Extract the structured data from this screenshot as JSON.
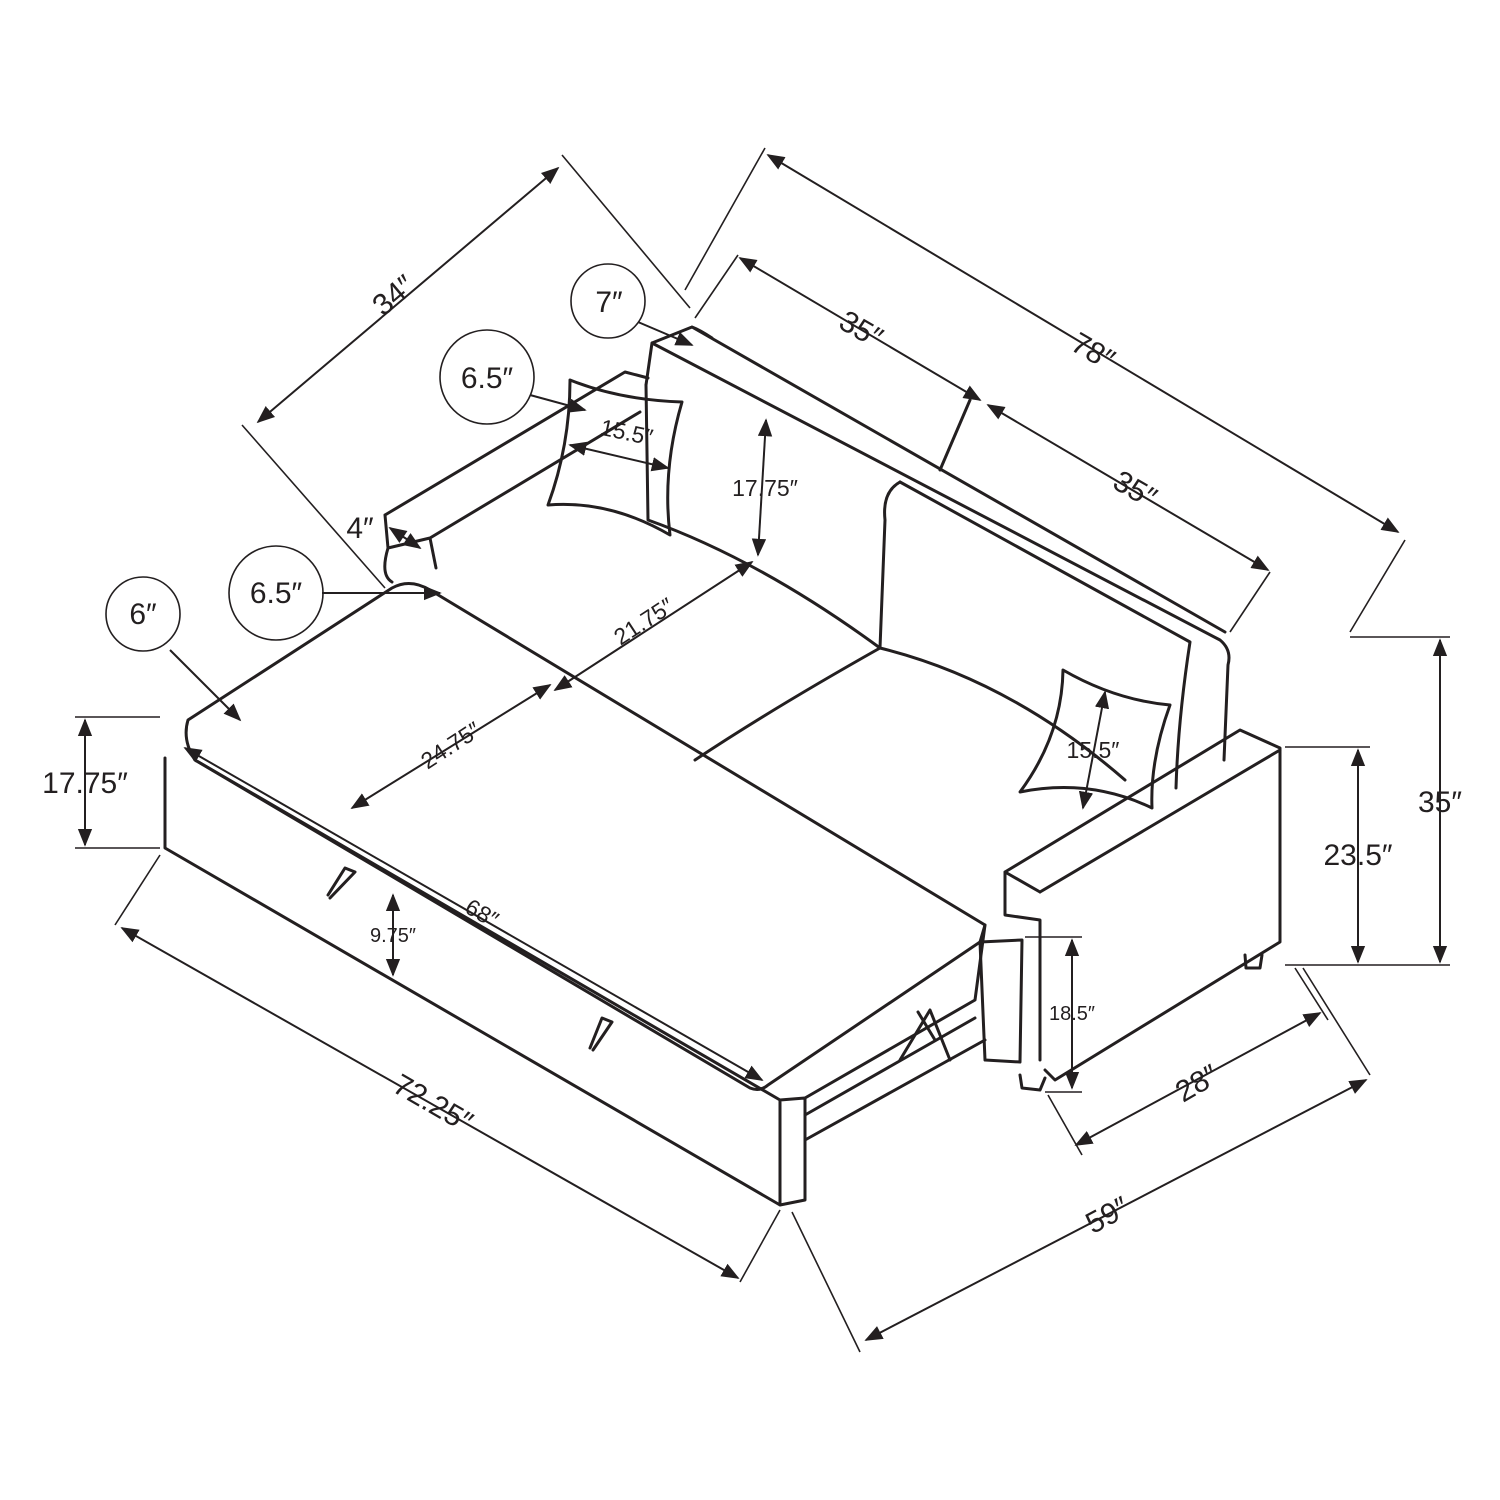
{
  "colors": {
    "ink": "#231f20",
    "background": "#ffffff"
  },
  "dimensions": {
    "back_depth": "34″",
    "pillow_small_thickness": "7″",
    "back_cushion_width": "35″",
    "overall_width": "78″",
    "back_cushion_width_right": "35″",
    "pillow_thickness_left": "6.5″",
    "pillow_width_left": "15.5″",
    "back_height": "17.75″",
    "arm_width": "4″",
    "arm_gap": "6.5″",
    "seat_depth": "21.75″",
    "mattress_thickness": "6″",
    "bed_depth": "24.75″",
    "pillow_width_right": "15.5″",
    "bed_height": "17.75″",
    "arm_height": "23.5″",
    "overall_height": "35″",
    "bed_length": "68″",
    "drawer_height": "9.75″",
    "seat_height": "18.5″",
    "seat_depth_total": "28″",
    "bed_width": "72.25″",
    "open_depth": "59″"
  }
}
